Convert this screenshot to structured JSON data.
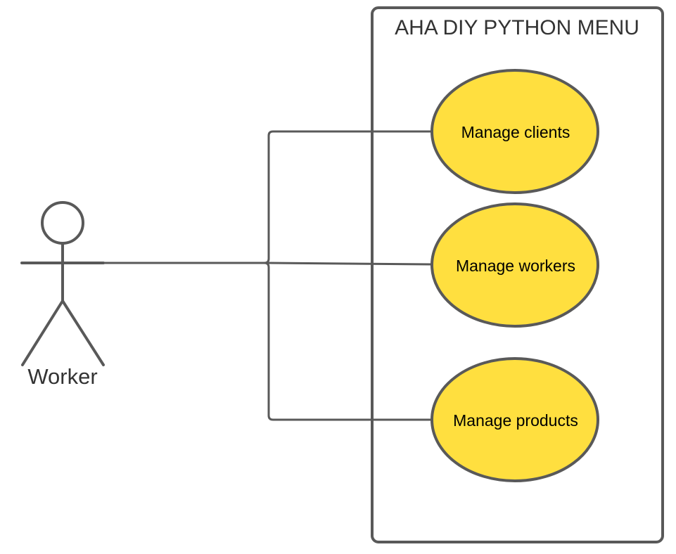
{
  "colors": {
    "stroke": "#595959",
    "usecase_fill": "#ffdf3f",
    "text": "#333333",
    "usecase_text": "#000000",
    "background": "#ffffff"
  },
  "system": {
    "title": "AHA DIY PYTHON MENU"
  },
  "actor": {
    "label": "Worker"
  },
  "use_cases": [
    {
      "label": "Manage clients"
    },
    {
      "label": "Manage workers"
    },
    {
      "label": "Manage products"
    }
  ]
}
